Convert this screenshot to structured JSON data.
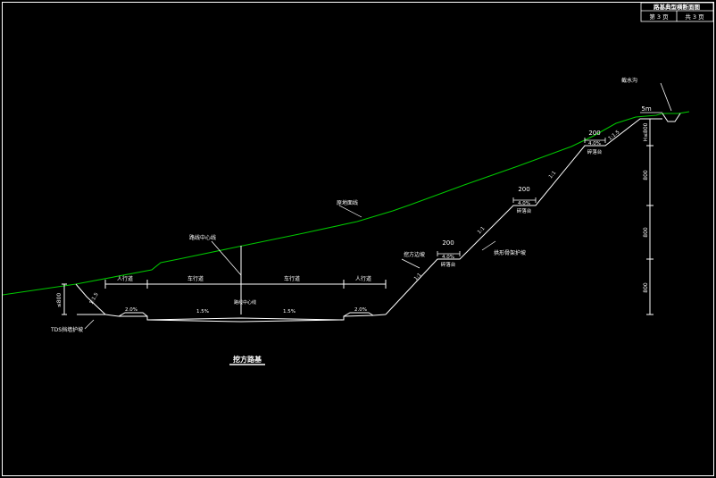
{
  "title_block": {
    "title": "路基典型横断面图",
    "sheet_label": "第 3 页",
    "total_label": "共 3 页"
  },
  "labels": {
    "ground_line": "原地面线",
    "road_centerline_top": "路线中心线",
    "road_centerline_mid": "路线中心线",
    "sidewalk_left": "人行道",
    "lane_left": "车行道",
    "lane_right": "车行道",
    "sidewalk_right": "人行道",
    "toe_wall": "TDS挡墙护坡",
    "slope_protection": "拱形骨架护坡",
    "cut_slope_note": "挖方边坡",
    "drain_ditch": "截水沟",
    "section_title": "挖方路基"
  },
  "dimensions": {
    "left_height": "≤800",
    "left_slope": "1:1.5",
    "crossfall_outer_left": "2.0%",
    "crossfall_inner_left": "1.5%",
    "crossfall_inner_right": "1.5%",
    "crossfall_outer_right": "2.0%",
    "slope_ratio_1": "1:1",
    "slope_ratio_2": "1:1",
    "slope_ratio_3": "1:1",
    "slope_ratio_4": "1:1.5",
    "berm_width_1": "200",
    "berm_slope_1": "4.0%",
    "berm_name_1": "碎落台",
    "berm_width_2": "200",
    "berm_slope_2": "4.0%",
    "berm_name_2": "碎落台",
    "berm_width_3": "200",
    "berm_slope_3": "4.0%",
    "berm_name_3": "碎落台",
    "ditch_offset": "5m",
    "top_height": "H≤800",
    "tier_1": "800",
    "tier_2": "800",
    "tier_3": "800"
  },
  "colors": {
    "background": "#000000",
    "ground_line": "#00c800",
    "lines": "#ffffff"
  }
}
